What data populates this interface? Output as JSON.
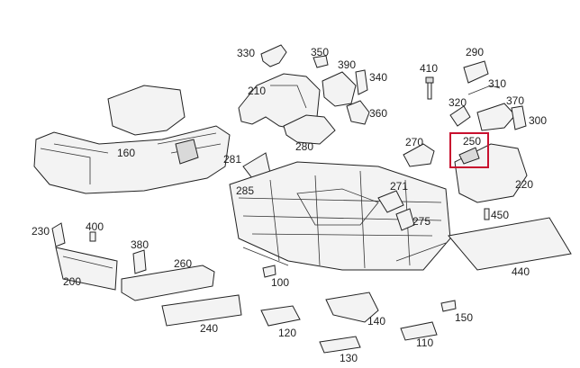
{
  "diagram": {
    "highlight_color": "#c8102e",
    "highlighted_part": "250",
    "labels": {
      "p100": "100",
      "p110": "110",
      "p120": "120",
      "p130": "130",
      "p140": "140",
      "p150": "150",
      "p160": "160",
      "p200": "200",
      "p210": "210",
      "p220": "220",
      "p230": "230",
      "p240": "240",
      "p250": "250",
      "p260": "260",
      "p270": "270",
      "p271": "271",
      "p275": "275",
      "p280": "280",
      "p281": "281",
      "p285": "285",
      "p290": "290",
      "p300": "300",
      "p310": "310",
      "p320": "320",
      "p330": "330",
      "p340": "340",
      "p350": "350",
      "p360": "360",
      "p370": "370",
      "p380": "380",
      "p390": "390",
      "p400": "400",
      "p410": "410",
      "p440": "440",
      "p450": "450"
    }
  }
}
